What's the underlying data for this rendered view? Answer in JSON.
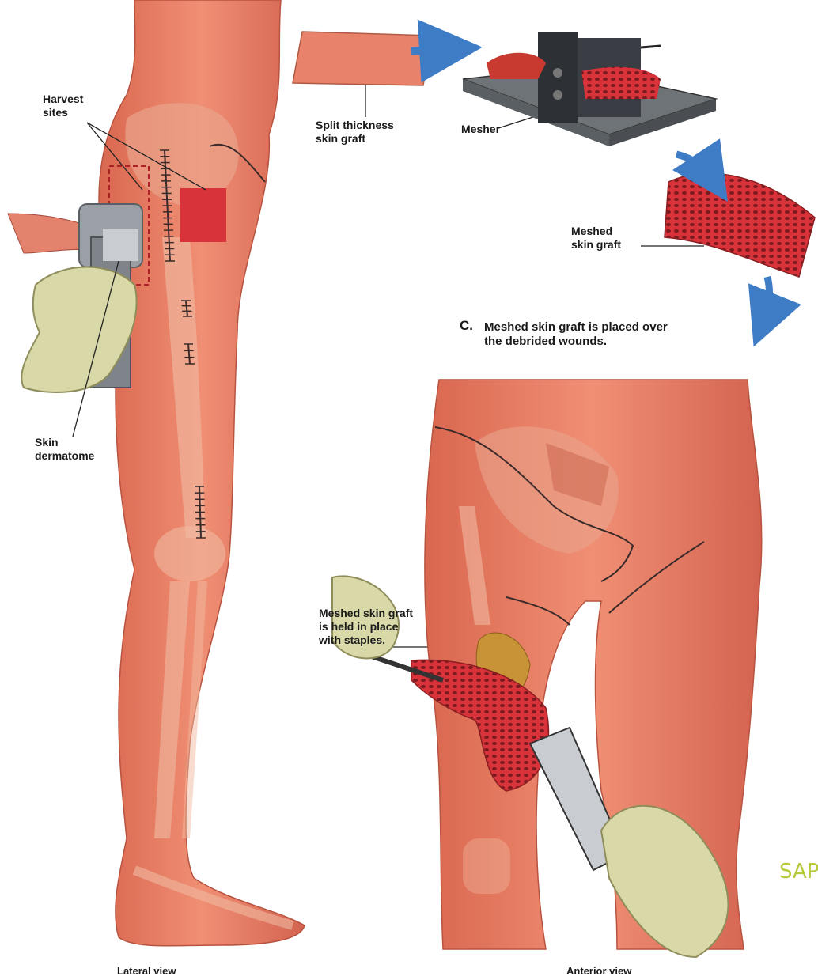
{
  "labels": {
    "harvest_sites": "Harvest\nsites",
    "skin_dermatome": "Skin\ndermatome",
    "split_thickness": "Split thickness\nskin graft",
    "mesher": "Mesher",
    "meshed_graft": "Meshed\nskin graft",
    "caption_c_letter": "C.",
    "caption_c_text": "Meshed skin graft is placed over\nthe debrided wounds.",
    "staples": "Meshed skin graft\nis  held in place\nwith staples.",
    "lateral_view": "Lateral view",
    "anterior_view": "Anterior view"
  },
  "watermark": "SAP",
  "colors": {
    "skin": "#e8826a",
    "skin_dark": "#c9614c",
    "bone": "#f0c4a8",
    "graft_red": "#d8323a",
    "glove": "#d9d8a8",
    "arrow_blue": "#3f7cc6",
    "steel": "#8a8f96",
    "watermark": "#b7c93a"
  }
}
